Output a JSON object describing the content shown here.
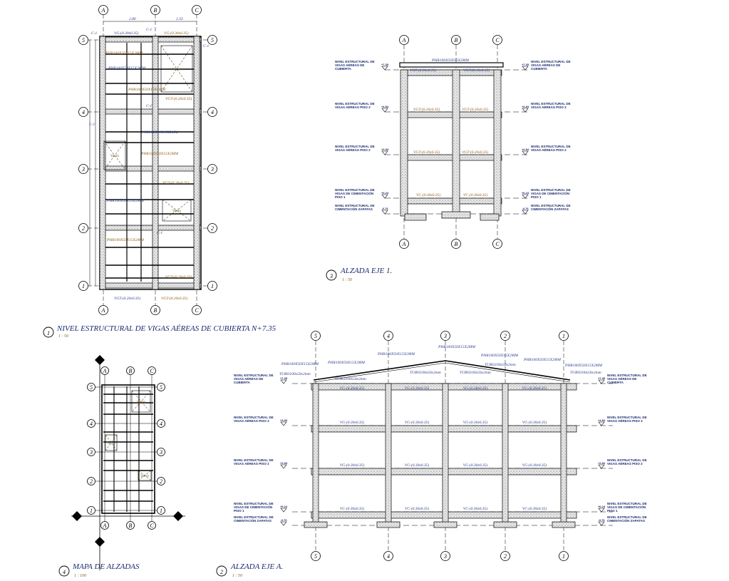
{
  "sheet": {
    "colors": {
      "line": "#000000",
      "text_blue": "#1a2a6c",
      "text_orange": "#8a5a10",
      "concrete": "#bbbbbb"
    },
    "views": [
      {
        "number": "1",
        "title": "NIVEL ESTRUCTURAL DE VIGAS AÉREAS DE CUBIERTA N+7.35",
        "scale": "1 : 50"
      },
      {
        "number": "3",
        "title": "ALZADA EJE 1.",
        "scale": "1 : 50"
      },
      {
        "number": "4",
        "title": "MAPA DE ALZADAS",
        "scale": "1 : 100"
      },
      {
        "number": "2",
        "title": "ALZADA EJE A.",
        "scale": "1 : 50"
      }
    ]
  },
  "plan": {
    "cols": [
      "A",
      "B",
      "C"
    ],
    "rows": [
      "5",
      "4",
      "3",
      "2",
      "1"
    ],
    "dims": [
      "2.80",
      "2.33"
    ],
    "labels": [
      "VG-(0.30x0.35)",
      "VG-(0.30x0.35)",
      "PHR100X50X15X2MM",
      "PHR100X50X15X2MM",
      "PHR100X50X15X2MM",
      "VGT-(0.20x0.35)",
      "PHR100X50X15X2MM",
      "PHR100X50X15X2MM",
      "VGT-(0.20x0.35)",
      "PHR100X50X15X2MM",
      "PHR100X50X15X2MM",
      "VGT-(0.20x0.35)",
      "VGT-(0.20x0.35)",
      "VGT-(0.20x0.35)"
    ],
    "column_tag": "C-1",
    "void_label": "Vacío"
  },
  "elev1": {
    "axes": [
      "A",
      "B",
      "C"
    ],
    "roof_label": "PHR100X50X15X2MM",
    "beam_labels": [
      "VGT-(0.30x0.35)",
      "VGT-(0.30x0.35)",
      "VGT-(0.20x0.35)",
      "VGT-(0.20x0.35)",
      "VGT-(0.20x0.35)",
      "VGT-(0.20x0.35)",
      "VC-(0.30x0.35)",
      "VC-(0.30x0.35)"
    ]
  },
  "elevA": {
    "axes": [
      "5",
      "4",
      "3",
      "2",
      "1"
    ],
    "roof_labels": [
      "PHR100X50X15X2MM",
      "PHR100X50X15X2MM",
      "PHR100X50X15X2MM",
      "PHR100X50X15X2MM",
      "PHR100X50X15X2MM",
      "PHR100X50X15X2MM",
      "PHR100X50X15X2MM"
    ],
    "tube_label": "TUBO100x50x2mm",
    "beam_vg": "VG-(0.30x0.35)",
    "beam_vc": "VC-(0.30x0.35)"
  },
  "levels": [
    {
      "name": "NIVEL ESTRUCTURAL DE VIGAS AÉREAS DE CUBIERTA",
      "value": "+7.35"
    },
    {
      "name": "NIVEL ESTRUCTURAL DE VIGAS AÉREAS PISO 3",
      "value": "+4.84"
    },
    {
      "name": "NIVEL ESTRUCTURAL DE VIGAS AÉREAS PISO 2",
      "value": "+2.84"
    },
    {
      "name": "NIVEL ESTRUCTURAL DE VIGAS DE CIMENTACIÓN PISO 1",
      "value": "+0.24"
    },
    {
      "name": "NIVEL ESTRUCTURAL DE CIMENTACIÓN ZAPATAS",
      "value": "-0.76"
    }
  ]
}
